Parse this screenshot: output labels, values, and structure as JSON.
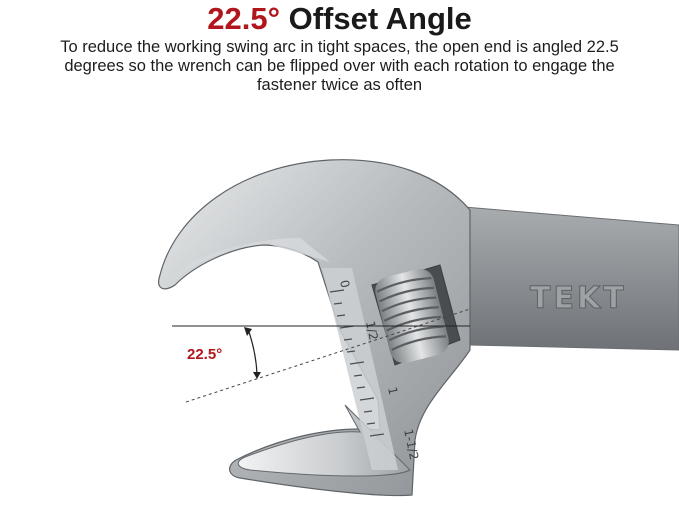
{
  "header": {
    "title_accent": "22.5°",
    "title_rest": " Offset Angle"
  },
  "description": {
    "line1": "To reduce the working swing arc in tight spaces, the open end is angled 22.5",
    "line2": "degrees so the wrench can be flipped over with each rotation to engage the",
    "line3": "fastener twice as often"
  },
  "annotation": {
    "angle_label": "22.5°",
    "angle_color": "#b0161c"
  },
  "wrench": {
    "brand_text": "TEKT",
    "scale_labels": [
      "0",
      "1/2",
      "1",
      "1-1/2"
    ]
  }
}
